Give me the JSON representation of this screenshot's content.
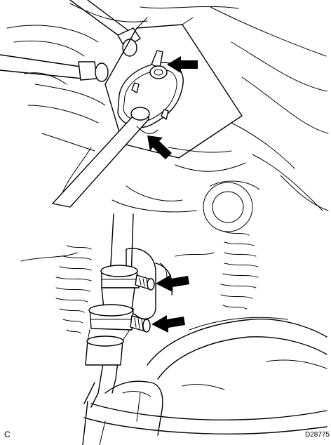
{
  "figure": {
    "corner_label": "C",
    "code": "D28775"
  },
  "panels": [
    {
      "name": "top-view",
      "arrows": 2
    },
    {
      "name": "bottom-view",
      "arrows": 2
    }
  ],
  "colors": {
    "line": "#000000",
    "background": "#ffffff"
  }
}
